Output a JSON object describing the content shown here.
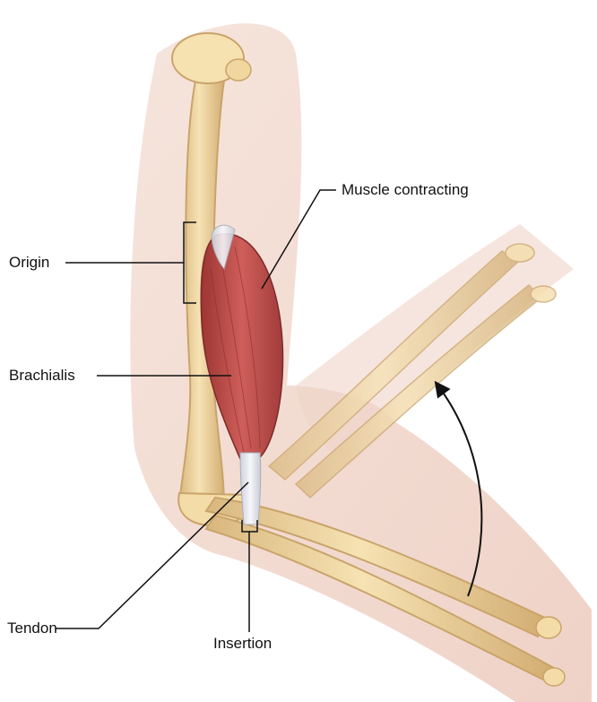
{
  "labels": {
    "muscle_contracting": "Muscle contracting",
    "origin": "Origin",
    "brachialis": "Brachialis",
    "tendon": "Tendon",
    "insertion": "Insertion"
  },
  "colors": {
    "skin": "#f3ddd3",
    "bone": "#f2d9a4",
    "bone_edge": "#c9a46a",
    "muscle": "#c0504d",
    "muscle_dark": "#8f2f2e",
    "tendon": "#e8e8ee",
    "line": "#111111"
  }
}
